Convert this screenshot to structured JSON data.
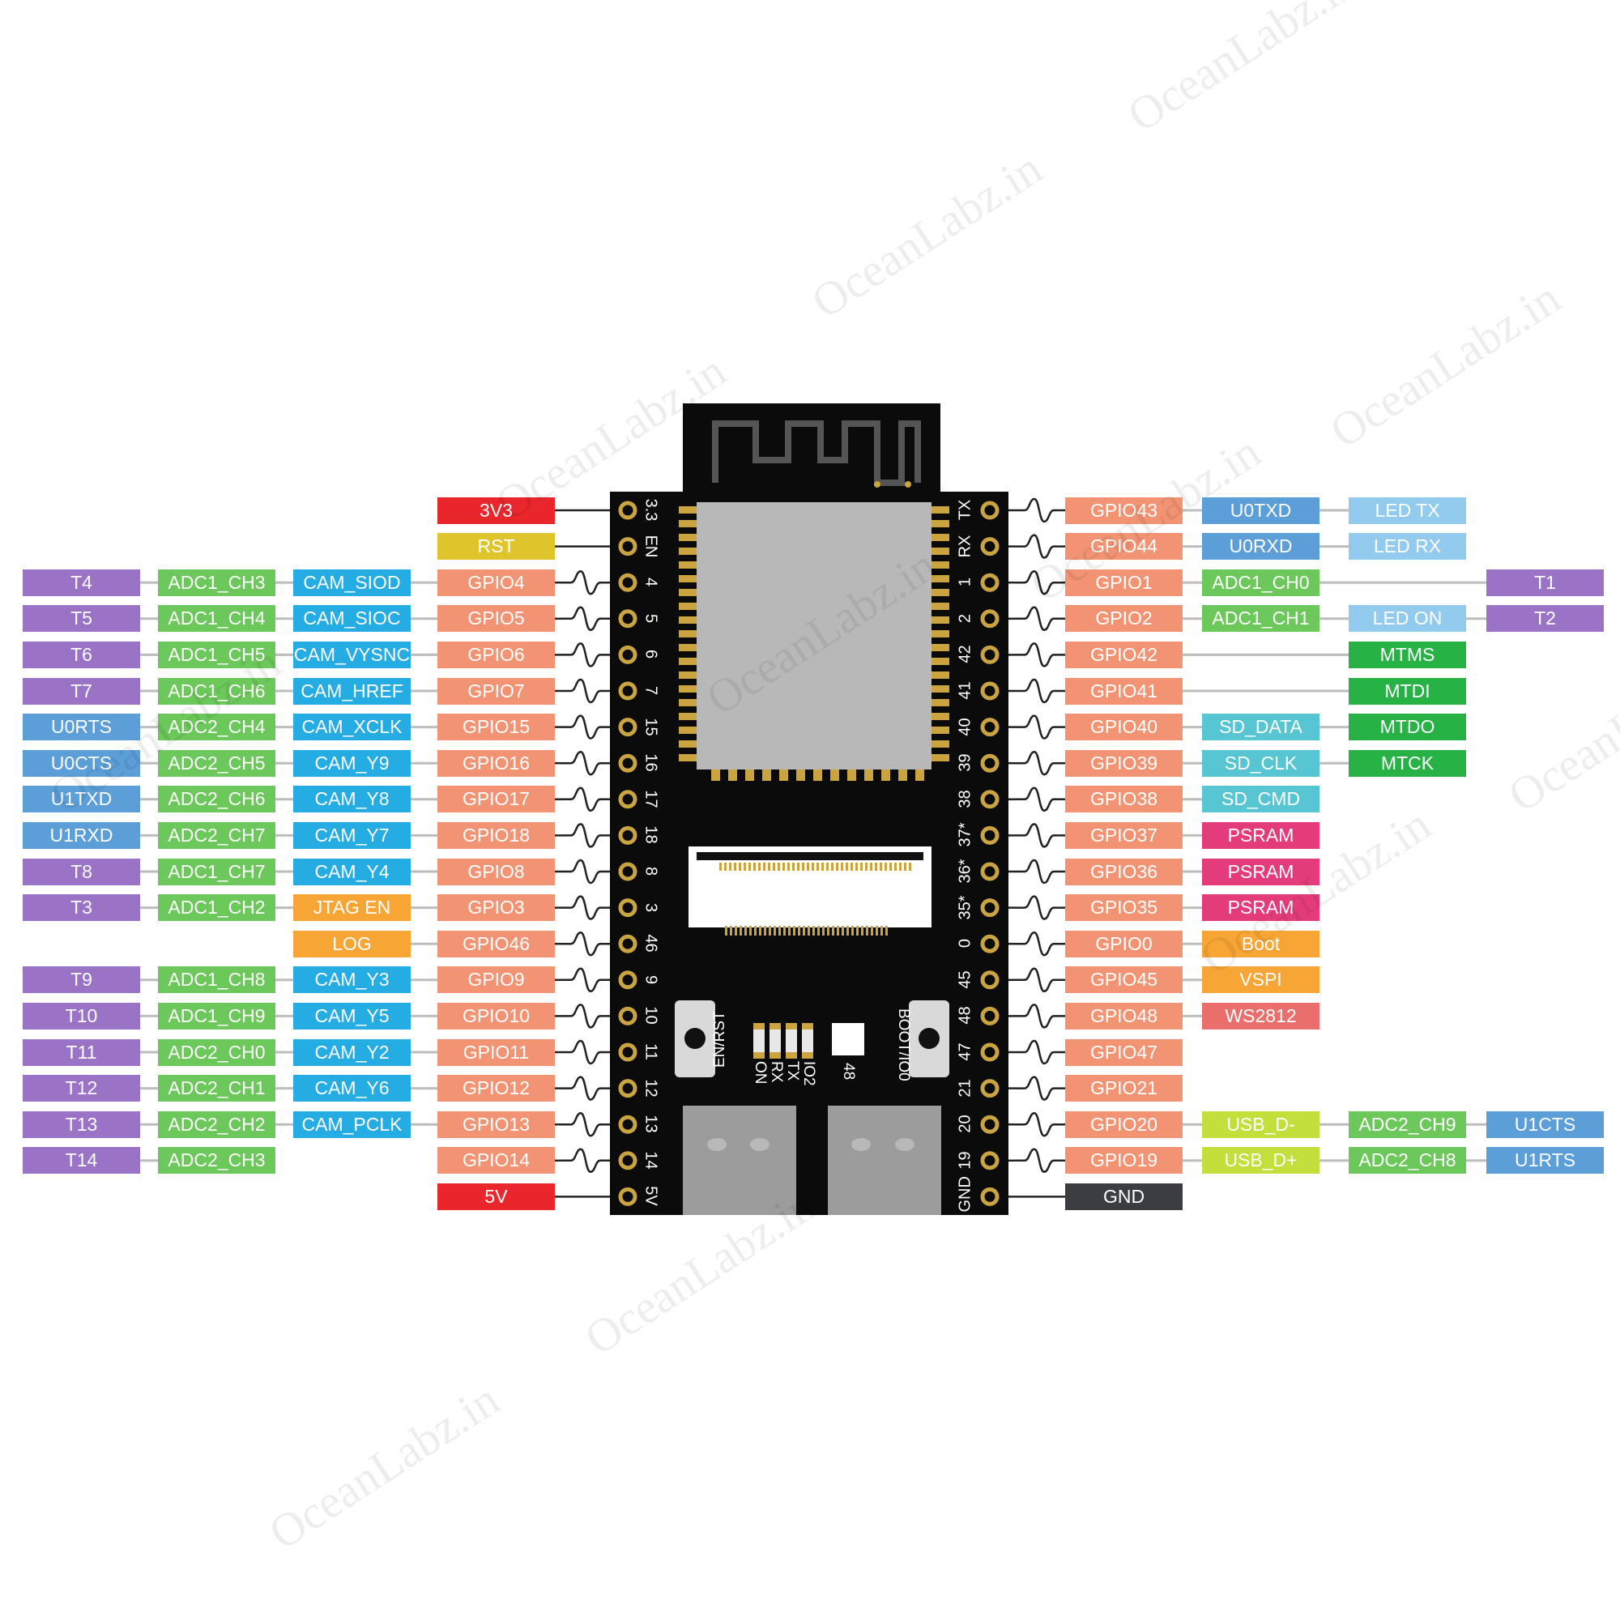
{
  "watermark": "OceanLabz.in",
  "colors": {
    "purple": "#9a73c7",
    "green": "#6cc85a",
    "cyan": "#25ace3",
    "salmon": "#f29473",
    "red": "#e8262b",
    "yellow": "#e0c42c",
    "orange": "#f7a535",
    "ltblue": "#92cbed",
    "blue": "#5b9ed8",
    "teal": "#58c6d2",
    "dkgreen": "#27b245",
    "pink": "#e43c7b",
    "coral": "#ea6f6c",
    "lime": "#c2df3c",
    "gray": "#3b3d42",
    "gold": "#c9a441"
  },
  "left_rows": [
    {
      "pin": "3.3",
      "cols": [
        "",
        "",
        "",
        "3V3"
      ],
      "colors": [
        "",
        "",
        "",
        "red"
      ]
    },
    {
      "pin": "EN",
      "cols": [
        "",
        "",
        "",
        "RST"
      ],
      "colors": [
        "",
        "",
        "",
        "yellow"
      ]
    },
    {
      "pin": "4",
      "cols": [
        "T4",
        "ADC1_CH3",
        "CAM_SIOD",
        "GPIO4"
      ],
      "colors": [
        "purple",
        "green",
        "cyan",
        "salmon"
      ]
    },
    {
      "pin": "5",
      "cols": [
        "T5",
        "ADC1_CH4",
        "CAM_SIOC",
        "GPIO5"
      ],
      "colors": [
        "purple",
        "green",
        "cyan",
        "salmon"
      ]
    },
    {
      "pin": "6",
      "cols": [
        "T6",
        "ADC1_CH5",
        "CAM_VYSNC",
        "GPIO6"
      ],
      "colors": [
        "purple",
        "green",
        "cyan",
        "salmon"
      ]
    },
    {
      "pin": "7",
      "cols": [
        "T7",
        "ADC1_CH6",
        "CAM_HREF",
        "GPIO7"
      ],
      "colors": [
        "purple",
        "green",
        "cyan",
        "salmon"
      ]
    },
    {
      "pin": "15",
      "cols": [
        "U0RTS",
        "ADC2_CH4",
        "CAM_XCLK",
        "GPIO15"
      ],
      "colors": [
        "blue",
        "green",
        "cyan",
        "salmon"
      ]
    },
    {
      "pin": "16",
      "cols": [
        "U0CTS",
        "ADC2_CH5",
        "CAM_Y9",
        "GPIO16"
      ],
      "colors": [
        "blue",
        "green",
        "cyan",
        "salmon"
      ]
    },
    {
      "pin": "17",
      "cols": [
        "U1TXD",
        "ADC2_CH6",
        "CAM_Y8",
        "GPIO17"
      ],
      "colors": [
        "blue",
        "green",
        "cyan",
        "salmon"
      ]
    },
    {
      "pin": "18",
      "cols": [
        "U1RXD",
        "ADC2_CH7",
        "CAM_Y7",
        "GPIO18"
      ],
      "colors": [
        "blue",
        "green",
        "cyan",
        "salmon"
      ]
    },
    {
      "pin": "8",
      "cols": [
        "T8",
        "ADC1_CH7",
        "CAM_Y4",
        "GPIO8"
      ],
      "colors": [
        "purple",
        "green",
        "cyan",
        "salmon"
      ]
    },
    {
      "pin": "3",
      "cols": [
        "T3",
        "ADC1_CH2",
        "JTAG EN",
        "GPIO3"
      ],
      "colors": [
        "purple",
        "green",
        "orange",
        "salmon"
      ]
    },
    {
      "pin": "46",
      "cols": [
        "",
        "",
        "LOG",
        "GPIO46"
      ],
      "colors": [
        "",
        "",
        "orange",
        "salmon"
      ]
    },
    {
      "pin": "9",
      "cols": [
        "T9",
        "ADC1_CH8",
        "CAM_Y3",
        "GPIO9"
      ],
      "colors": [
        "purple",
        "green",
        "cyan",
        "salmon"
      ]
    },
    {
      "pin": "10",
      "cols": [
        "T10",
        "ADC1_CH9",
        "CAM_Y5",
        "GPIO10"
      ],
      "colors": [
        "purple",
        "green",
        "cyan",
        "salmon"
      ]
    },
    {
      "pin": "11",
      "cols": [
        "T11",
        "ADC2_CH0",
        "CAM_Y2",
        "GPIO11"
      ],
      "colors": [
        "purple",
        "green",
        "cyan",
        "salmon"
      ]
    },
    {
      "pin": "12",
      "cols": [
        "T12",
        "ADC2_CH1",
        "CAM_Y6",
        "GPIO12"
      ],
      "colors": [
        "purple",
        "green",
        "cyan",
        "salmon"
      ]
    },
    {
      "pin": "13",
      "cols": [
        "T13",
        "ADC2_CH2",
        "CAM_PCLK",
        "GPIO13"
      ],
      "colors": [
        "purple",
        "green",
        "cyan",
        "salmon"
      ]
    },
    {
      "pin": "14",
      "cols": [
        "T14",
        "ADC2_CH3",
        "",
        "GPIO14"
      ],
      "colors": [
        "purple",
        "green",
        "",
        "salmon"
      ]
    },
    {
      "pin": "5V",
      "cols": [
        "",
        "",
        "",
        "5V"
      ],
      "colors": [
        "",
        "",
        "",
        "red"
      ]
    }
  ],
  "right_rows": [
    {
      "pin": "TX",
      "cols": [
        "GPIO43",
        "U0TXD",
        "LED TX",
        ""
      ],
      "colors": [
        "salmon",
        "blue",
        "ltblue",
        ""
      ]
    },
    {
      "pin": "RX",
      "cols": [
        "GPIO44",
        "U0RXD",
        "LED RX",
        ""
      ],
      "colors": [
        "salmon",
        "blue",
        "ltblue",
        ""
      ]
    },
    {
      "pin": "1",
      "cols": [
        "GPIO1",
        "ADC1_CH0",
        "",
        "T1"
      ],
      "colors": [
        "salmon",
        "green",
        "",
        "purple"
      ]
    },
    {
      "pin": "2",
      "cols": [
        "GPIO2",
        "ADC1_CH1",
        "LED ON",
        "T2"
      ],
      "colors": [
        "salmon",
        "green",
        "ltblue",
        "purple"
      ]
    },
    {
      "pin": "42",
      "cols": [
        "GPIO42",
        "",
        "MTMS",
        ""
      ],
      "colors": [
        "salmon",
        "",
        "dkgreen",
        ""
      ]
    },
    {
      "pin": "41",
      "cols": [
        "GPIO41",
        "",
        "MTDI",
        ""
      ],
      "colors": [
        "salmon",
        "",
        "dkgreen",
        ""
      ]
    },
    {
      "pin": "40",
      "cols": [
        "GPIO40",
        "SD_DATA",
        "MTDO",
        ""
      ],
      "colors": [
        "salmon",
        "teal",
        "dkgreen",
        ""
      ]
    },
    {
      "pin": "39",
      "cols": [
        "GPIO39",
        "SD_CLK",
        "MTCK",
        ""
      ],
      "colors": [
        "salmon",
        "teal",
        "dkgreen",
        ""
      ]
    },
    {
      "pin": "38",
      "cols": [
        "GPIO38",
        "SD_CMD",
        "",
        ""
      ],
      "colors": [
        "salmon",
        "teal",
        "",
        ""
      ]
    },
    {
      "pin": "37*",
      "cols": [
        "GPIO37",
        "PSRAM",
        "",
        ""
      ],
      "colors": [
        "salmon",
        "pink",
        "",
        ""
      ]
    },
    {
      "pin": "36*",
      "cols": [
        "GPIO36",
        "PSRAM",
        "",
        ""
      ],
      "colors": [
        "salmon",
        "pink",
        "",
        ""
      ]
    },
    {
      "pin": "35*",
      "cols": [
        "GPIO35",
        "PSRAM",
        "",
        ""
      ],
      "colors": [
        "salmon",
        "pink",
        "",
        ""
      ]
    },
    {
      "pin": "0",
      "cols": [
        "GPIO0",
        "Boot",
        "",
        ""
      ],
      "colors": [
        "salmon",
        "orange",
        "",
        ""
      ]
    },
    {
      "pin": "45",
      "cols": [
        "GPIO45",
        "VSPI",
        "",
        ""
      ],
      "colors": [
        "salmon",
        "orange",
        "",
        ""
      ]
    },
    {
      "pin": "48",
      "cols": [
        "GPIO48",
        "WS2812",
        "",
        ""
      ],
      "colors": [
        "salmon",
        "coral",
        "",
        ""
      ]
    },
    {
      "pin": "47",
      "cols": [
        "GPIO47",
        "",
        "",
        ""
      ],
      "colors": [
        "salmon",
        "",
        "",
        ""
      ]
    },
    {
      "pin": "21",
      "cols": [
        "GPIO21",
        "",
        "",
        ""
      ],
      "colors": [
        "salmon",
        "",
        "",
        ""
      ]
    },
    {
      "pin": "20",
      "cols": [
        "GPIO20",
        "USB_D-",
        "ADC2_CH9",
        "U1CTS"
      ],
      "colors": [
        "salmon",
        "lime",
        "green",
        "blue"
      ]
    },
    {
      "pin": "19",
      "cols": [
        "GPIO19",
        "USB_D+",
        "ADC2_CH8",
        "U1RTS"
      ],
      "colors": [
        "salmon",
        "lime",
        "green",
        "blue"
      ]
    },
    {
      "pin": "GND",
      "cols": [
        "GND",
        "",
        "",
        ""
      ],
      "colors": [
        "gray",
        "",
        "",
        ""
      ]
    }
  ],
  "board_silk": {
    "en_rst": "EN/RST",
    "boot_io0": "BOOT/IO0",
    "led_labels": [
      "ON",
      "RX",
      "TX",
      "IO2"
    ],
    "led48": "48"
  }
}
